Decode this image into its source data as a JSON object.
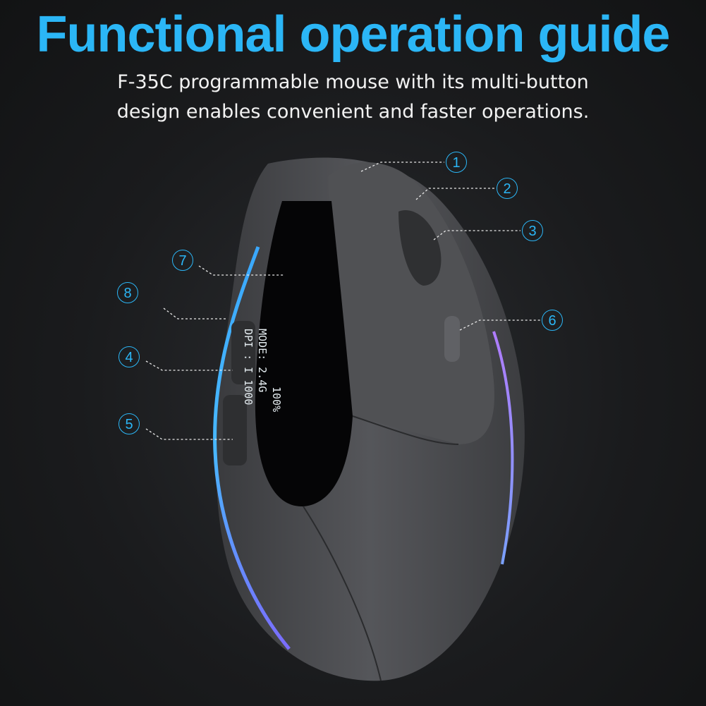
{
  "header": {
    "title": "Functional operation guide",
    "subtitle_line1": "F-35C programmable mouse with its multi-button",
    "subtitle_line2": "design enables convenient and faster operations."
  },
  "oled": {
    "battery": "100%",
    "mode": "MODE: 2.4G",
    "dpi": "DPI : I 1000"
  },
  "callouts": [
    "1",
    "2",
    "3",
    "4",
    "5",
    "6",
    "7",
    "8"
  ],
  "colors": {
    "accent": "#2bb6f6",
    "background": "#1a1b1d",
    "mouse_body": "#4a4b4e"
  }
}
